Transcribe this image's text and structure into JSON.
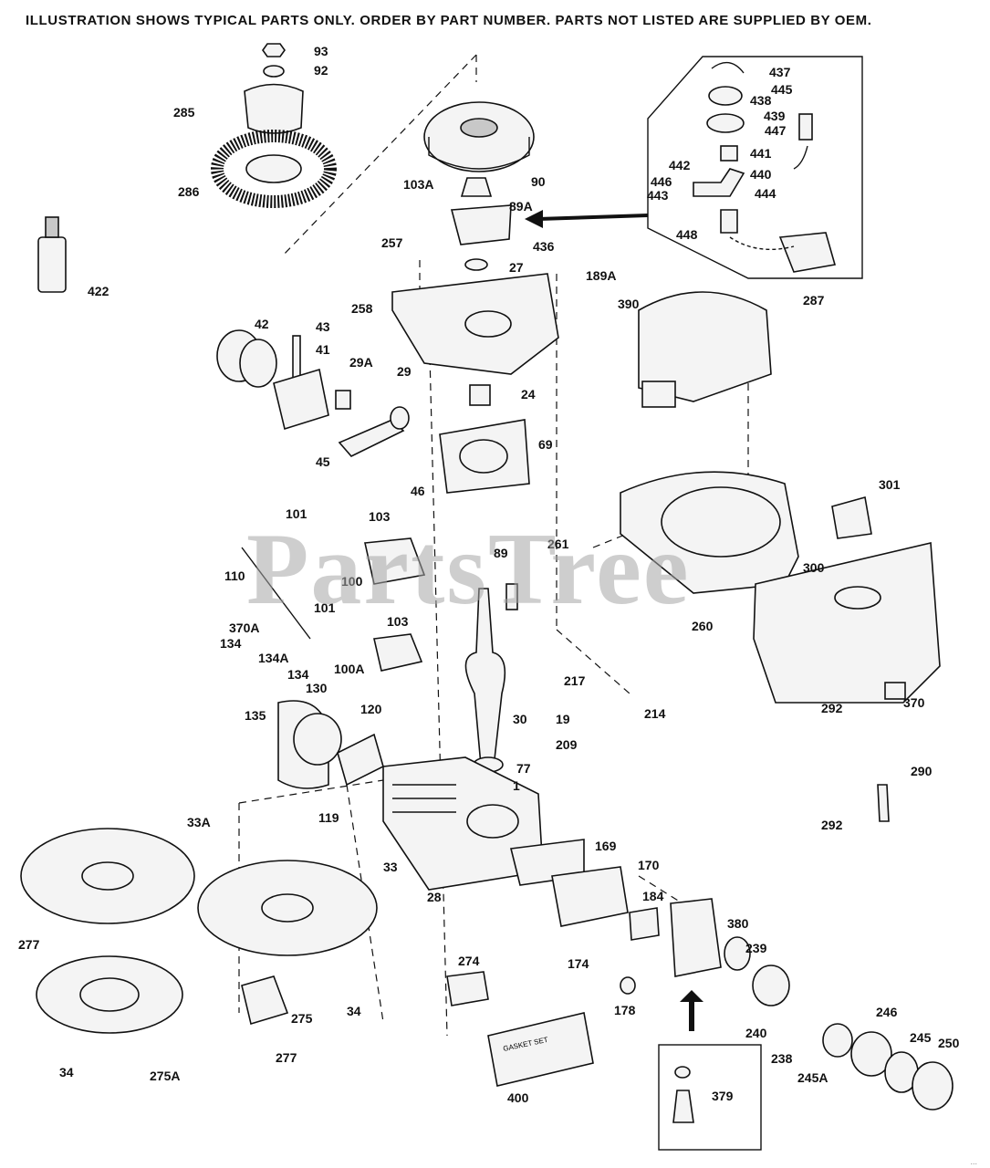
{
  "header": "ILLUSTRATION SHOWS TYPICAL PARTS ONLY. ORDER BY PART NUMBER. PARTS NOT LISTED ARE SUPPLIED BY OEM.",
  "watermark": "PartsTree",
  "corner_text": "...",
  "gasket_set_label": "GASKET SET",
  "callouts": [
    "93",
    "92",
    "285",
    "286",
    "422",
    "103A",
    "89A",
    "90",
    "436",
    "27",
    "257",
    "189A",
    "437",
    "445",
    "438",
    "439",
    "447",
    "441",
    "442",
    "440",
    "446",
    "443",
    "444",
    "448",
    "258",
    "287",
    "390",
    "42",
    "43",
    "41",
    "29A",
    "29",
    "24",
    "69",
    "45",
    "46",
    "101",
    "103",
    "89",
    "261",
    "301",
    "110",
    "100",
    "300",
    "260",
    "370A",
    "101",
    "103",
    "100A",
    "134",
    "134A",
    "134",
    "130",
    "120",
    "135",
    "217",
    "19",
    "214",
    "30",
    "209",
    "77",
    "292",
    "370",
    "290",
    "119",
    "1",
    "292",
    "33A",
    "33",
    "169",
    "170",
    "28",
    "184",
    "380",
    "239",
    "277",
    "274",
    "174",
    "178",
    "275",
    "34",
    "240",
    "246",
    "238",
    "245",
    "250",
    "245A",
    "34",
    "275A",
    "277",
    "400",
    "379"
  ],
  "colors": {
    "ink": "#111111",
    "watermark": "#a5a5a5",
    "background": "#ffffff"
  }
}
